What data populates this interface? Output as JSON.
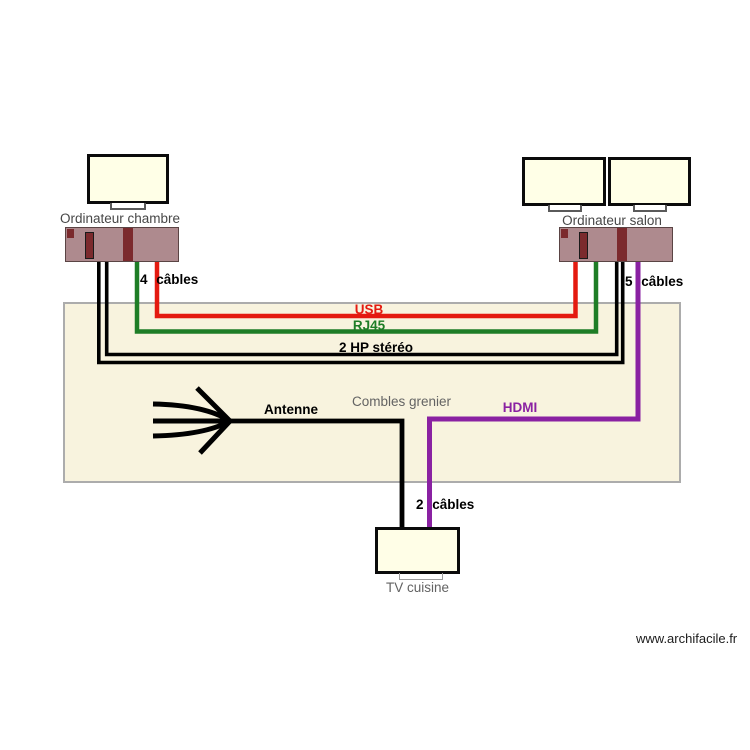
{
  "watermark": "www.archifacile.fr",
  "nodes": {
    "chambre": {
      "label": "Ordinateur chambre"
    },
    "salon": {
      "label": "Ordinateur salon"
    },
    "tv_cuisine": {
      "label": "TV cuisine"
    },
    "attic": {
      "label": "Combles grenier"
    }
  },
  "cables": {
    "usb": {
      "label": "USB",
      "color": "#E41A10"
    },
    "rj45": {
      "label": "RJ45",
      "color": "#1E7D26"
    },
    "hp_stereo": {
      "label": "2 HP stéréo",
      "color": "#000000"
    },
    "hdmi": {
      "label": "HDMI",
      "color": "#8A21A2"
    },
    "antenne": {
      "label": "Antenne",
      "color": "#000000"
    }
  },
  "counts": {
    "left": "4 câbles",
    "right": "5 câbles",
    "tv": "2 câbles"
  }
}
